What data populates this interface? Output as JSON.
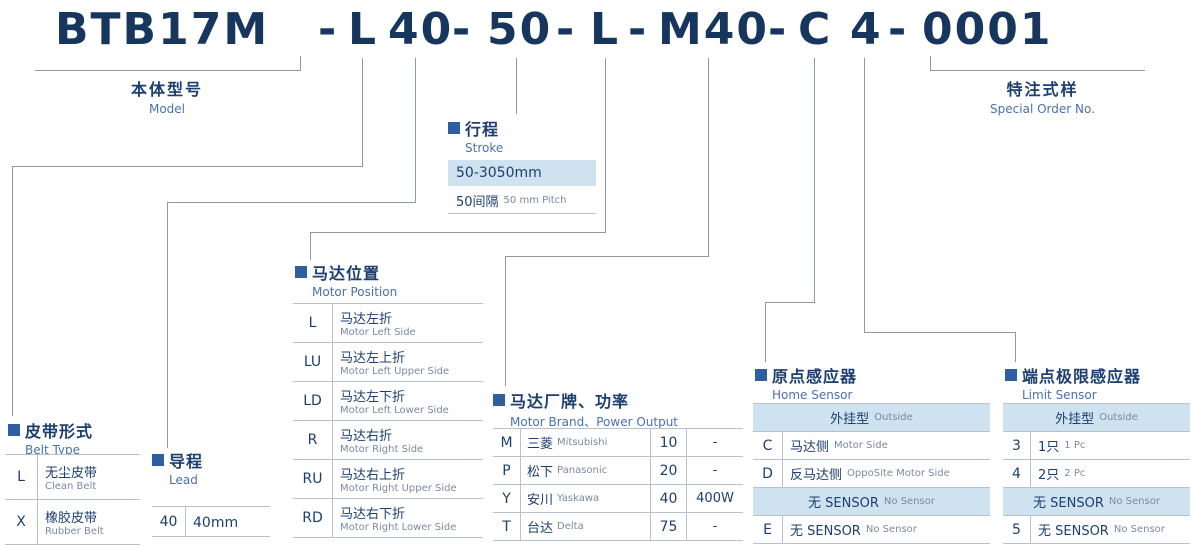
{
  "colors": {
    "navy_text": "#16365e",
    "title_navy": "#1c3f70",
    "accent_square_blue": "#2e5fa3",
    "subtitle_blue": "#4a72ad",
    "muted_blue_gray": "#7b8aa0",
    "light_blue_header_bg": "#cfe2f0",
    "table_border_gray": "#b9c2cc",
    "connector_gray": "#8e99a3"
  },
  "model_code": {
    "segments": [
      "BTB17M",
      "-",
      "L",
      "40",
      "-",
      "50",
      "-",
      "L",
      "-",
      "M40",
      "-",
      "C",
      "4",
      "-",
      "0001"
    ]
  },
  "model_label": {
    "zh": "本体型号",
    "en": "Model"
  },
  "special_order_label": {
    "zh": "特注式样",
    "en": "Special Order No."
  },
  "stroke": {
    "title_zh": "行程",
    "title_en": "Stroke",
    "range": "50-3050mm",
    "pitch_zh": "50间隔",
    "pitch_en": "50 mm Pitch"
  },
  "motor_position": {
    "title_zh": "马达位置",
    "title_en": "Motor Position",
    "rows": [
      {
        "code": "L",
        "zh": "马达左折",
        "en": "Motor Left Side"
      },
      {
        "code": "LU",
        "zh": "马达左上折",
        "en": "Motor Left Upper Side"
      },
      {
        "code": "LD",
        "zh": "马达左下折",
        "en": "Motor Left Lower Side"
      },
      {
        "code": "R",
        "zh": "马达右折",
        "en": "Motor Right Side"
      },
      {
        "code": "RU",
        "zh": "马达右上折",
        "en": "Motor Right Upper Side"
      },
      {
        "code": "RD",
        "zh": "马达右下折",
        "en": "Motor Right Lower Side"
      }
    ]
  },
  "belt_type": {
    "title_zh": "皮带形式",
    "title_en": "Belt Type",
    "rows": [
      {
        "code": "L",
        "zh": "无尘皮带",
        "en": "Clean Belt"
      },
      {
        "code": "X",
        "zh": "橡胶皮带",
        "en": "Rubber Belt"
      }
    ]
  },
  "lead": {
    "title_zh": "导程",
    "title_en": "Lead",
    "rows": [
      {
        "code": "40",
        "value": "40mm"
      }
    ]
  },
  "motor_brand": {
    "title_zh": "马达厂牌、功率",
    "title_en": "Motor Brand、Power Output",
    "rows": [
      {
        "code": "M",
        "zh": "三菱",
        "en": "Mitsubishi",
        "power_code": "10",
        "power": "-"
      },
      {
        "code": "P",
        "zh": "松下",
        "en": "Panasonic",
        "power_code": "20",
        "power": "-"
      },
      {
        "code": "Y",
        "zh": "安川",
        "en": "Yaskawa",
        "power_code": "40",
        "power": "400W"
      },
      {
        "code": "T",
        "zh": "台达",
        "en": "Delta",
        "power_code": "75",
        "power": "-"
      }
    ]
  },
  "home_sensor": {
    "title_zh": "原点感应器",
    "title_en": "Home Sensor",
    "group1_header_zh": "外挂型",
    "group1_header_en": "Outside",
    "group1_rows": [
      {
        "code": "C",
        "zh": "马达侧",
        "en": "Motor Side"
      },
      {
        "code": "D",
        "zh": "反马达侧",
        "en": "OppoSite Motor Side"
      }
    ],
    "group2_header_zh": "无 SENSOR",
    "group2_header_en": "No Sensor",
    "group2_rows": [
      {
        "code": "E",
        "zh": "无 SENSOR",
        "en": "No Sensor"
      }
    ]
  },
  "limit_sensor": {
    "title_zh": "端点极限感应器",
    "title_en": "Limit Sensor",
    "group1_header_zh": "外挂型",
    "group1_header_en": "Outside",
    "group1_rows": [
      {
        "code": "3",
        "zh": "1只",
        "en": "1 Pc"
      },
      {
        "code": "4",
        "zh": "2只",
        "en": "2 Pc"
      }
    ],
    "group2_header_zh": "无 SENSOR",
    "group2_header_en": "No Sensor",
    "group2_rows": [
      {
        "code": "5",
        "zh": "无 SENSOR",
        "en": "No Sensor"
      }
    ]
  }
}
